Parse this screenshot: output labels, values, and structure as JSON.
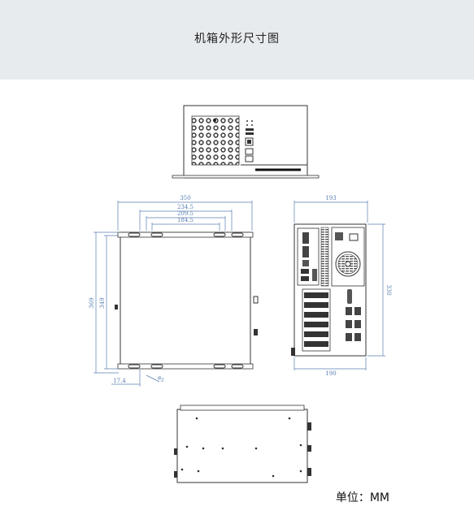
{
  "header": {
    "title": "机箱外形尺寸图"
  },
  "footer": {
    "unit": "单位：MM"
  },
  "dimensions": {
    "side_width": "350",
    "hole_span_1": "234.5",
    "hole_span_2": "209.5",
    "hole_span_3": "184.5",
    "side_height_outer": "369",
    "side_height_inner": "349",
    "bottom_offset": "17.4",
    "hole_diameter": "Φ5",
    "rear_width_top": "193",
    "rear_width_bottom": "190",
    "rear_height": "330"
  },
  "colors": {
    "dim_line": "#5a7fb0",
    "outline": "#333333",
    "header_bg": "#e8ebee"
  }
}
